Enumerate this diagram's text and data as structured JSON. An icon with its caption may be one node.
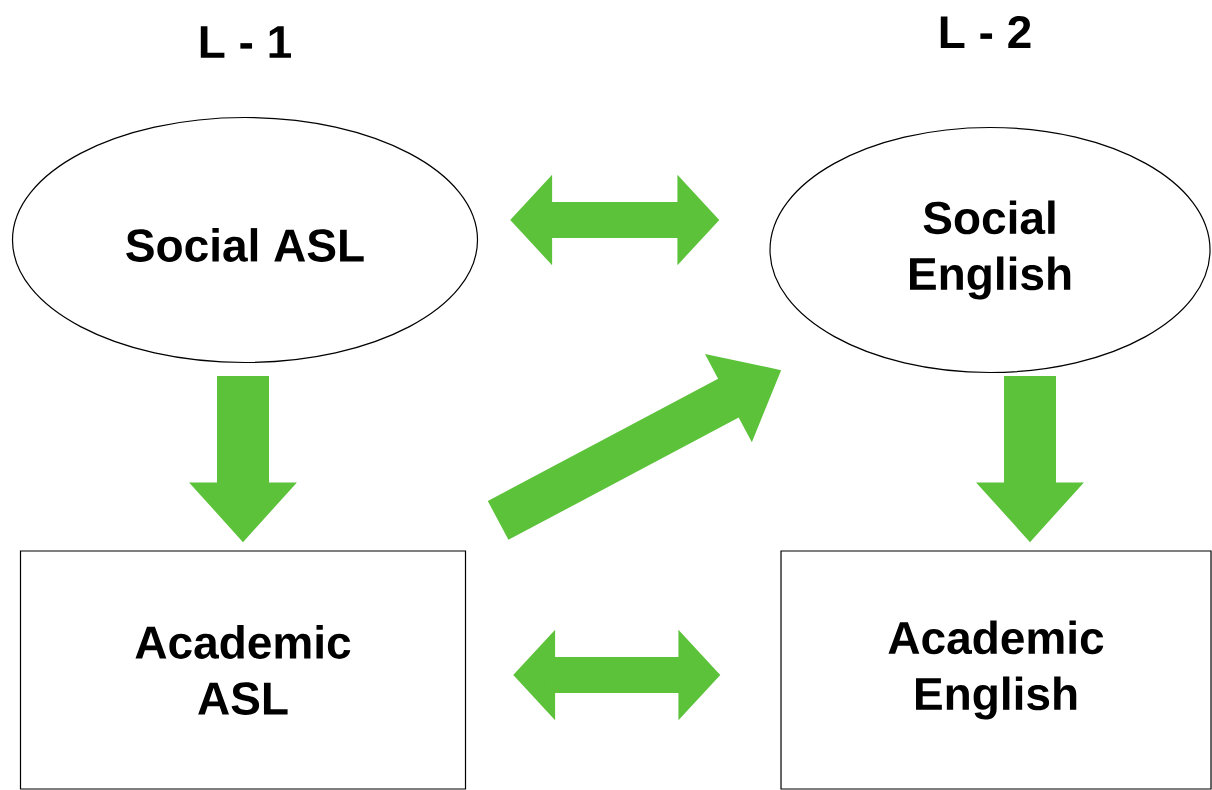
{
  "diagram": {
    "nodes": [
      {
        "text": [
          "Social ASL"
        ]
      },
      {
        "text": [
          "Social English"
        ]
      },
      {
        "text": [
          "Academic ASL"
        ]
      },
      {
        "text": [
          "Academic English"
        ]
      }
    ],
    "edges": [
      {
        "from": 0,
        "to": 1,
        "arrow": "both"
      },
      {
        "from": 0,
        "to": 2,
        "arrow": "to"
      },
      {
        "from": 1,
        "to": 3,
        "arrow": "to"
      },
      {
        "from": 2,
        "to": 1,
        "arrow": "to"
      },
      {
        "from": 2,
        "to": 3,
        "arrow": "both"
      }
    ],
    "labels": [
      "L - 1",
      "L - 2"
    ]
  }
}
